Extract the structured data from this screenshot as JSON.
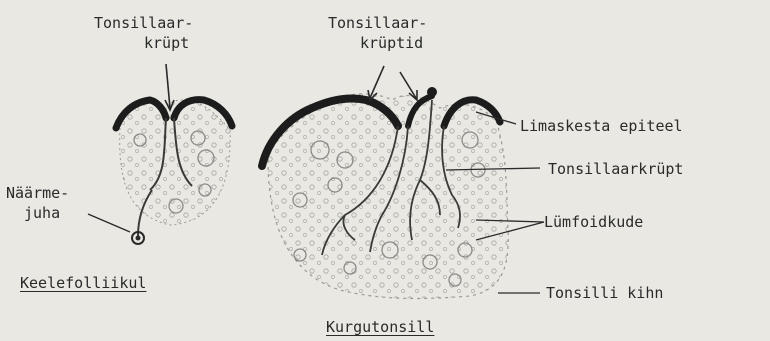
{
  "labels": {
    "krypt_single_l1": "Tonsillaar-",
    "krypt_single_l2": "krüpt",
    "krypt_plural_l1": "Tonsillaar-",
    "krypt_plural_l2": "krüptid",
    "epitheelium": "Limaskesta epiteel",
    "krypt_right": "Tonsillaarkrüpt",
    "lymphoid": "Lümfoidkude",
    "capsule": "Tonsilli kihn",
    "duct_l1": "Näärme-",
    "duct_l2": "juha"
  },
  "captions": {
    "left": "Keelefolliikul",
    "bottom": "Kurgutonsill"
  },
  "colors": {
    "ink": "#2a2a2a",
    "paper": "#e9e8e3",
    "epithelium": "#1c1c1c",
    "tissue": "#8a8a86"
  }
}
